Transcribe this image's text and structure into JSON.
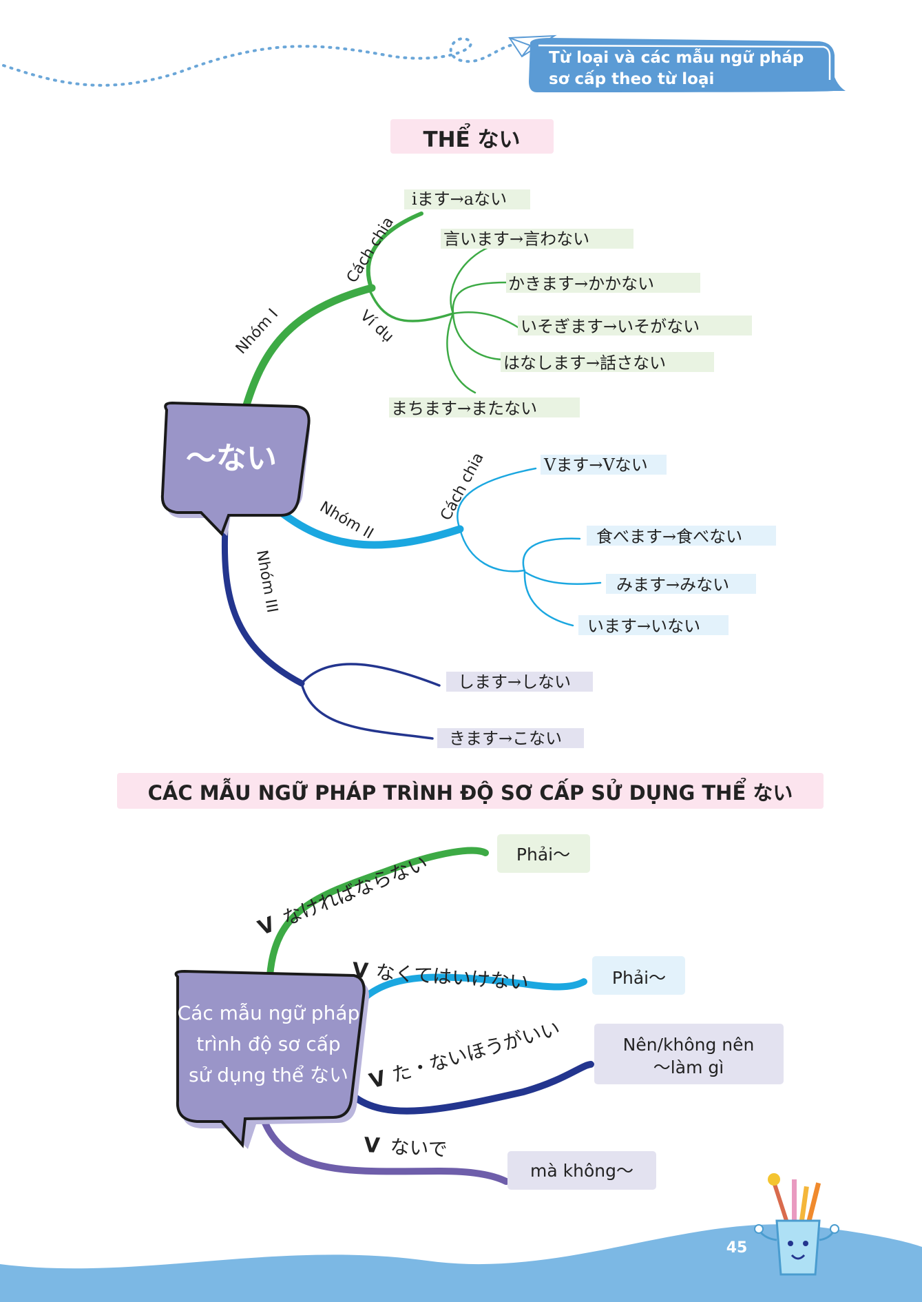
{
  "header": {
    "banner_line1": "Từ loại và các mẫu ngữ pháp",
    "banner_line2": "sơ cấp theo từ loại"
  },
  "section1": {
    "title": "THỂ  ない",
    "center_label": "〜ない",
    "branches": {
      "group1": "Nhóm I",
      "group2": "Nhóm II",
      "group3": "Nhóm III",
      "g1_rule": "Cách chia",
      "g1_example": "Ví dụ",
      "g2_rule": "Cách chia"
    },
    "g1_rule_text": "iます→aない",
    "g1_examples": [
      "言います→言わない",
      "かきます→かかない",
      "いそぎます→いそがない",
      "はなします→話さない",
      "まちます→またない"
    ],
    "g2_rule_text": "Vます→Vない",
    "g2_examples": [
      "食べます→食べない",
      "みます→みない",
      "います→いない"
    ],
    "g3_examples": [
      "します→しない",
      "きます→こない"
    ]
  },
  "section2": {
    "title": "CÁC MẪU NGỮ PHÁP TRÌNH ĐỘ SƠ CẤP SỬ DỤNG THỂ   ない",
    "center_line1": "Các mẫu ngữ pháp",
    "center_line2": "trình độ sơ cấp",
    "center_line3": "sử dụng thể ない",
    "patterns": [
      {
        "v": "V",
        "pattern": "なければならない",
        "meaning1": "Phải〜",
        "meaning2": ""
      },
      {
        "v": "V",
        "pattern": "なくてはいけない",
        "meaning1": "Phải〜",
        "meaning2": ""
      },
      {
        "v": "V",
        "pattern": "た・ないほうがいい",
        "meaning1": "Nên/không nên",
        "meaning2": "〜làm gì"
      },
      {
        "v": "V",
        "pattern": "ないで",
        "meaning1": "mà không〜",
        "meaning2": ""
      }
    ]
  },
  "footer": {
    "page_number": "45"
  },
  "colors": {
    "accent_blue": "#5b9bd5",
    "green": "#3daa45",
    "cyan": "#1ba7e0",
    "navy": "#23358e",
    "purple": "#6e5eaa",
    "bubble": "#9a95c8",
    "wave": "#7cb8e4"
  }
}
